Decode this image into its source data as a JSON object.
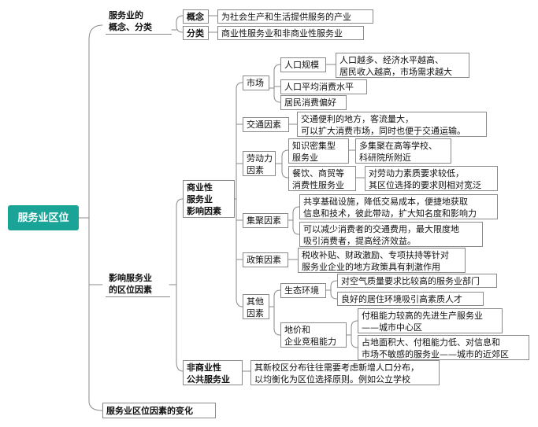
{
  "root": "服务业区位",
  "branch1": {
    "lines": [
      "服务业的",
      "概念、分类"
    ]
  },
  "concept": {
    "label": "概念",
    "text": "为社会生产和生活提供服务的产业"
  },
  "category": {
    "label": "分类",
    "text": "商业性服务业和非商业性服务业"
  },
  "branch2": {
    "lines": [
      "影响服务业",
      "的区位因素"
    ]
  },
  "commercial": {
    "lines": [
      "商业性",
      "服务业",
      "影响因素"
    ]
  },
  "market": {
    "label": "市场",
    "population": {
      "label": "人口规模",
      "text": [
        "人口越多、经济水平越高、",
        "居民收入越高，市场需求越大"
      ]
    },
    "per_capita": "人口平均消费水平",
    "preference": "居民消费偏好"
  },
  "traffic": {
    "label": "交通因素",
    "text": [
      "交通便利的地方，客流量大，",
      "可以扩大消费市场，同时也便于交通运输。"
    ]
  },
  "labor": {
    "label": [
      "劳动力",
      "因素"
    ],
    "knowledge": {
      "label": [
        "知识密集型",
        "服务业"
      ],
      "text": [
        "多集聚在高等学校、",
        "科研院所附近"
      ]
    },
    "catering": {
      "label": [
        "餐饮、商贸等",
        "消费性服务业"
      ],
      "text": [
        "对劳动力素质要求较低，",
        "其区位选择的要求则相对宽泛"
      ]
    }
  },
  "agglomeration": {
    "label": "集聚因素",
    "text1": [
      "共享基础设施，降低交易成本，便捷地获取",
      "信息和技术，彼此带动，扩大知名度和影响力"
    ],
    "text2": [
      "可以减少消费者的交通费用，最大限度地",
      "吸引消费者，提高经济效益。"
    ]
  },
  "policy": {
    "label": "政策因素",
    "text": [
      "税收补贴、财政激励、专项扶持等针对",
      "服务业企业的地方政策具有刺激作用"
    ]
  },
  "other": {
    "label": [
      "其他",
      "因素"
    ],
    "eco": {
      "label": "生态环境",
      "text1": "对空气质量要求比较高的服务业部门",
      "text2": "良好的居住环境吸引高素质人才"
    },
    "land": {
      "label": [
        "地价和",
        "企业竞租能力"
      ],
      "text1": [
        "付租能力较高的先进生产服务业",
        "——城市中心区"
      ],
      "text2": [
        "占地面积大、付租能力低、对信息和",
        "市场不敏感的服务业——城市的近郊区"
      ]
    }
  },
  "noncommercial": {
    "lines": [
      "非商业性",
      "公共服务业"
    ],
    "text": [
      "其新校区分布往往需要考虑新增人口分布，",
      "以均衡化为区位选择原则。例如公立学校"
    ]
  },
  "branch3": "服务业区位因素的变化"
}
